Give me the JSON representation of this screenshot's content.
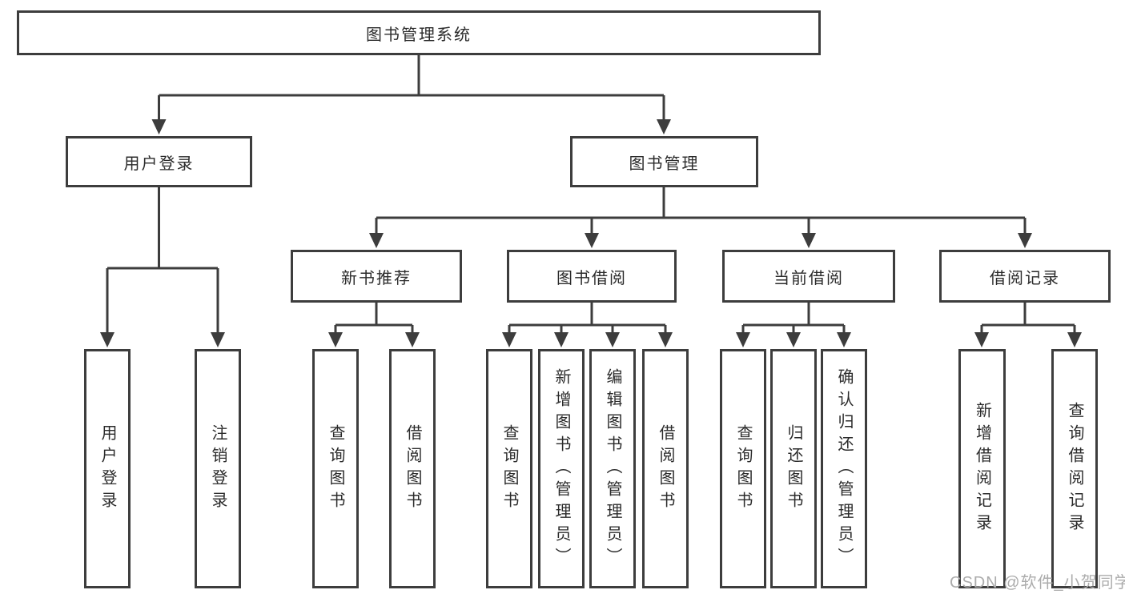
{
  "diagram": {
    "title": "图书管理系统",
    "branches": [
      {
        "label": "用户登录",
        "children": [
          {
            "label": "用户登录"
          },
          {
            "label": "注销登录"
          }
        ]
      },
      {
        "label": "图书管理",
        "children": [
          {
            "label": "新书推荐",
            "children": [
              {
                "label": "查询图书"
              },
              {
                "label": "借阅图书"
              }
            ]
          },
          {
            "label": "图书借阅",
            "children": [
              {
                "label": "查询图书"
              },
              {
                "label": "新增图书（管理员）"
              },
              {
                "label": "编辑图书（管理员）"
              },
              {
                "label": "借阅图书"
              }
            ]
          },
          {
            "label": "当前借阅",
            "children": [
              {
                "label": "查询图书"
              },
              {
                "label": "归还图书"
              },
              {
                "label": "确认归还（管理员）"
              }
            ]
          },
          {
            "label": "借阅记录",
            "children": [
              {
                "label": "新增借阅记录"
              },
              {
                "label": "查询借阅记录"
              }
            ]
          }
        ]
      }
    ]
  },
  "watermark": {
    "text": "CSDN @软件_小贺同学"
  },
  "colors": {
    "background": "#ffffff",
    "line": "#3d3d3d",
    "box_border": "#3d3d3d",
    "box_fill": "#ffffff",
    "text": "#2b2b2b",
    "watermark": "#acacac"
  }
}
